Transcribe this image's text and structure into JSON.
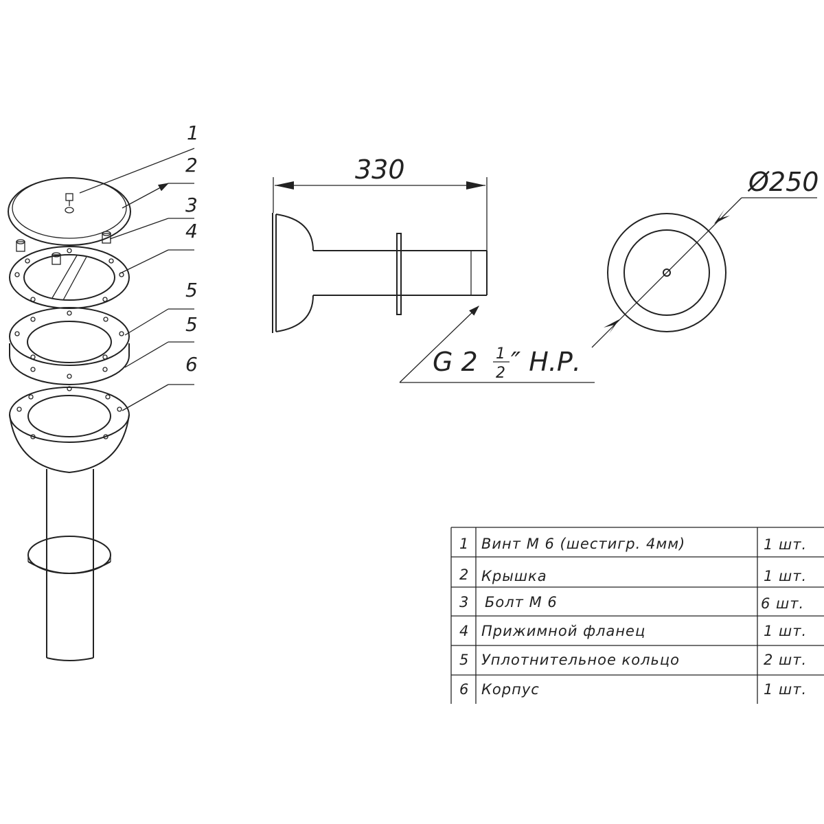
{
  "callouts": [
    "1",
    "2",
    "3",
    "4",
    "5",
    "5",
    "6"
  ],
  "dimensions": {
    "length": "330",
    "diameter": "Ø250",
    "thread_main": "G 2",
    "thread_num": "1",
    "thread_den": "2",
    "thread_suffix": "″ Н.Р."
  },
  "parts_table": [
    {
      "num": "1",
      "name": "Винт М 6 (шестигр. 4мм)",
      "qty": "1 шт."
    },
    {
      "num": "2",
      "name": "Крышка",
      "qty": "1 шт."
    },
    {
      "num": "3",
      "name": "Болт  М 6",
      "qty": "6 шт."
    },
    {
      "num": "4",
      "name": "Прижимной фланец",
      "qty": "1 шт."
    },
    {
      "num": "5",
      "name": "Уплотнительное кольцо",
      "qty": "2 шт."
    },
    {
      "num": "6",
      "name": "Корпус",
      "qty": "1 шт."
    }
  ]
}
